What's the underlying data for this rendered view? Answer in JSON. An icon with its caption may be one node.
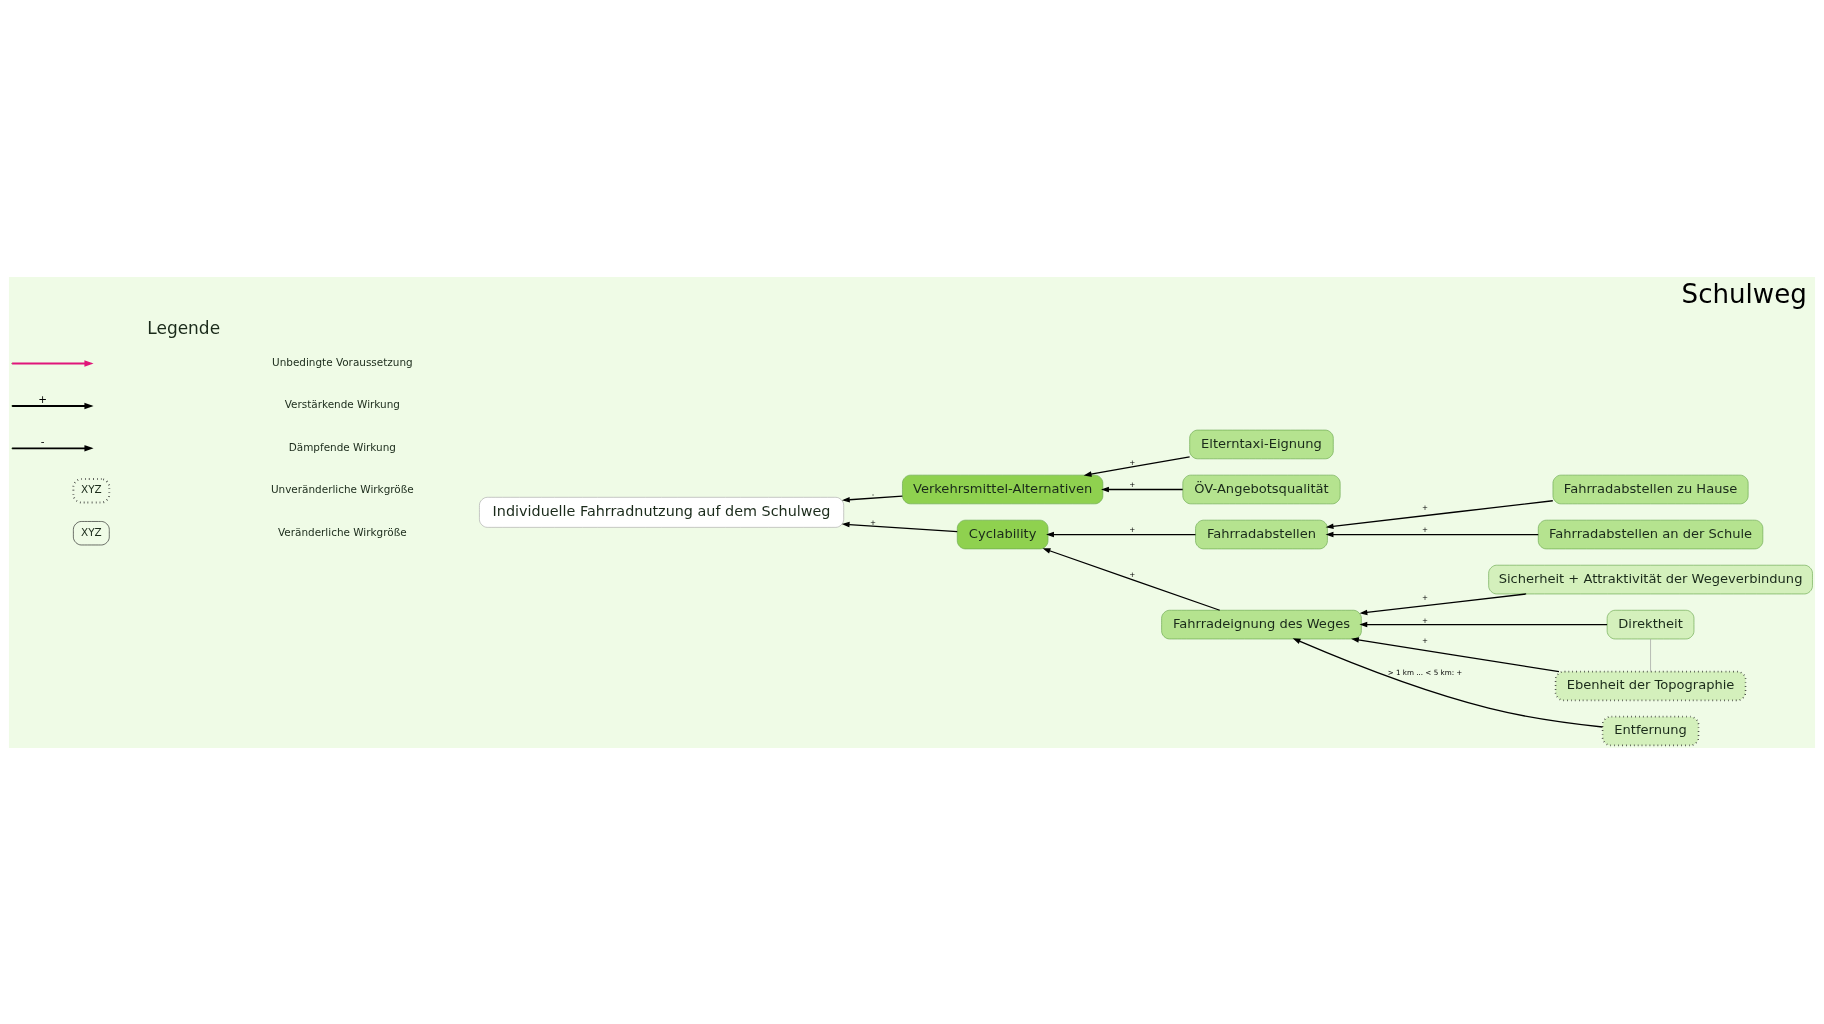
{
  "diagram": {
    "title": "Schulweg",
    "nodes": [
      {
        "text": [
          "Individuelle Fahrradnutzung auf dem Schulweg"
        ]
      },
      {
        "text": [
          "Verkehrsmittel-Alternativen"
        ]
      },
      {
        "text": [
          "Elterntaxi-Eignung"
        ]
      },
      {
        "text": [
          "ÖV-Angebotsqualität"
        ]
      },
      {
        "text": [
          "Cyclability"
        ]
      },
      {
        "text": [
          "Fahrradabstellen"
        ]
      },
      {
        "text": [
          "Fahrradabstellen zu Hause"
        ]
      },
      {
        "text": [
          "Fahrradabstellen an der Schule"
        ]
      },
      {
        "text": [
          "Fahrradeignung des Weges"
        ]
      },
      {
        "text": [
          "Sicherheit + Attraktivität der Wegeverbindung"
        ]
      },
      {
        "text": [
          "Direktheit"
        ]
      },
      {
        "text": [
          "Ebenheit der Topographie"
        ]
      },
      {
        "text": [
          "Entfernung"
        ]
      }
    ],
    "edges": [
      {
        "from": 1,
        "to": 0,
        "arrow": "to",
        "label": "-"
      },
      {
        "from": 2,
        "to": 1,
        "arrow": "to",
        "label": "+"
      },
      {
        "from": 3,
        "to": 1,
        "arrow": "to",
        "label": "+"
      },
      {
        "from": 4,
        "to": 0,
        "arrow": "to",
        "label": "+"
      },
      {
        "from": 5,
        "to": 4,
        "arrow": "to",
        "label": "+"
      },
      {
        "from": 6,
        "to": 5,
        "arrow": "to",
        "label": "+"
      },
      {
        "from": 7,
        "to": 5,
        "arrow": "to",
        "label": "+"
      },
      {
        "from": 8,
        "to": 4,
        "arrow": "to",
        "label": "+"
      },
      {
        "from": 9,
        "to": 8,
        "arrow": "to",
        "label": "+"
      },
      {
        "from": 10,
        "to": 8,
        "arrow": "to",
        "label": "+"
      },
      {
        "from": 11,
        "to": 8,
        "arrow": "to",
        "label": "+"
      },
      {
        "from": 12,
        "to": 8,
        "arrow": "to",
        "label": "> 1 km ... < 5 km: +"
      },
      {
        "from": 10,
        "to": 11,
        "arrow": "none",
        "color": "#999999"
      }
    ],
    "labels": [
      "Legende",
      "+",
      "-",
      "XYZ",
      "XYZ"
    ],
    "legend": [
      {
        "text": "Unbedingte Voraussetzung"
      },
      {
        "text": "Verstärkende Wirkung"
      },
      {
        "text": "Dämpfende Wirkung"
      },
      {
        "text": "Unveränderliche Wirkgröße"
      },
      {
        "text": "Veränderliche Wirkgröße"
      }
    ]
  }
}
